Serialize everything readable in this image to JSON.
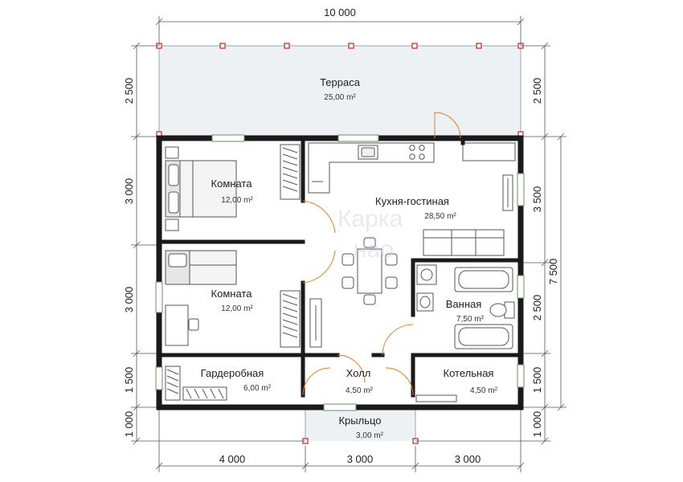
{
  "dimensions": {
    "top_total": "10 000",
    "bottom": [
      "4 000",
      "3 000",
      "3 000"
    ],
    "left": [
      "2 500",
      "3 000",
      "3 000",
      "1 500",
      "1 000"
    ],
    "right": [
      "2 500",
      "3 500",
      "2 500",
      "1 500",
      "1 000"
    ],
    "right_total": "7 500"
  },
  "rooms": {
    "terrace": {
      "name": "Терраса",
      "area": "25,00 m²"
    },
    "room1": {
      "name": "Комната",
      "area": "12,00 m²"
    },
    "room2": {
      "name": "Комната",
      "area": "12,00 m²"
    },
    "kitchen": {
      "name": "Кухня-гостиная",
      "area": "28,50 m²"
    },
    "bath": {
      "name": "Ванная",
      "area": "7,50 m²"
    },
    "wardrobe": {
      "name": "Гардеробная",
      "area": "6,00 m²"
    },
    "hall": {
      "name": "Холл",
      "area": "4,50 m²"
    },
    "boiler": {
      "name": "Котельная",
      "area": "4,50 m²"
    },
    "porch": {
      "name": "Крыльцо",
      "area": "3,00 m²"
    }
  },
  "watermark": {
    "line1": "Карка",
    "line2": "нао"
  },
  "colors": {
    "wall": "#1a1a1a",
    "terrace_fill": "#eef1f4",
    "post": "#c0392b",
    "door": "#e07b30",
    "window": "#cfe3c4"
  }
}
